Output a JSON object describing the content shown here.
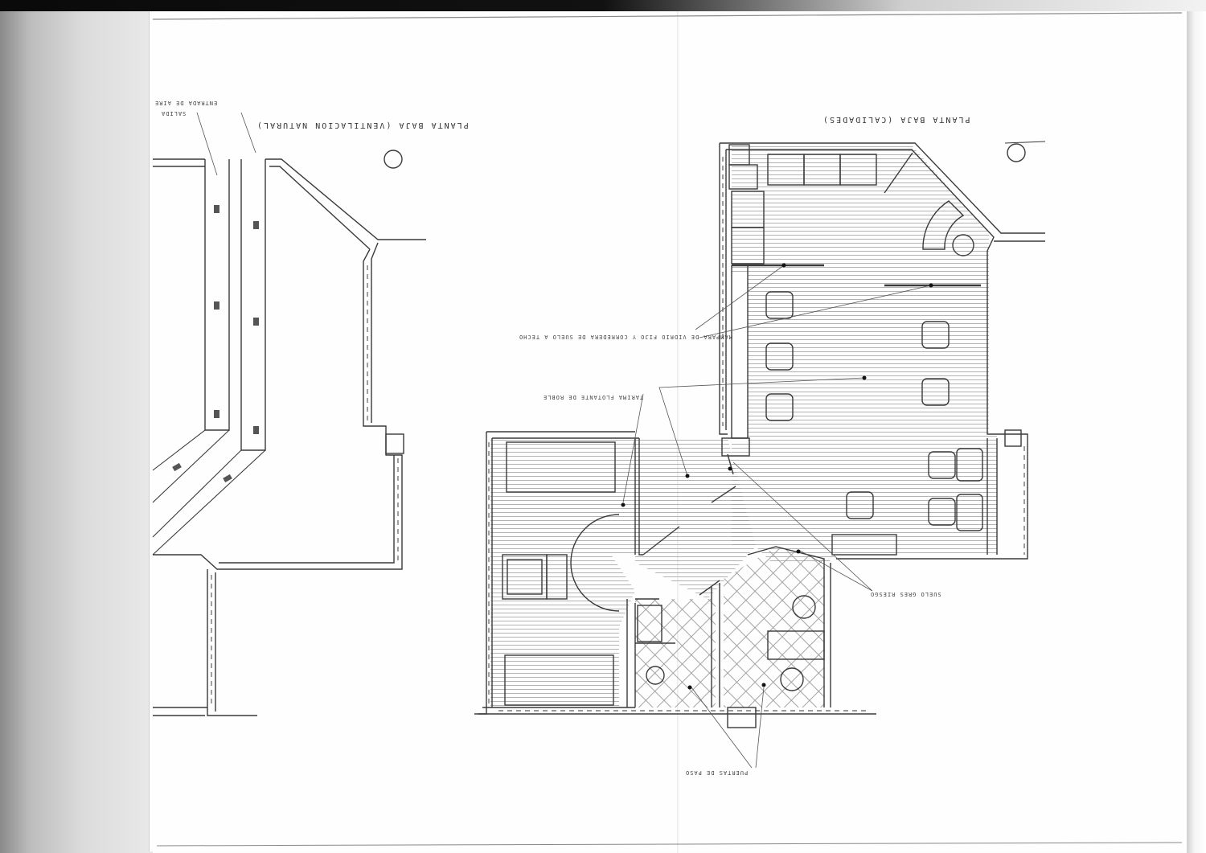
{
  "document": {
    "type": "scanned architectural floor plan",
    "orientation": "rotated 180 degrees"
  },
  "plans": [
    {
      "id": "left",
      "title": "PLANTA BAJA (VENTILACION NATURAL)",
      "labels": [
        "SALIDA",
        "ENTRADA DE AIRE"
      ]
    },
    {
      "id": "right",
      "title": "PLANTA BAJA (CALIDADES)",
      "labels": [
        "MAMPARA DE VIDRIO FIJO Y CORREDERA DE SUELO A TECHO",
        "TARIMA FLOTANTE DE ROBLE",
        "SUELO GRES RIESGO",
        "PUERTAS DE PASO"
      ]
    }
  ],
  "colors": {
    "line": "#3a3a3a",
    "hatch": "#8c8c8c",
    "paper": "#fdfdfd",
    "scanner_edge": "#8a8a8a"
  }
}
